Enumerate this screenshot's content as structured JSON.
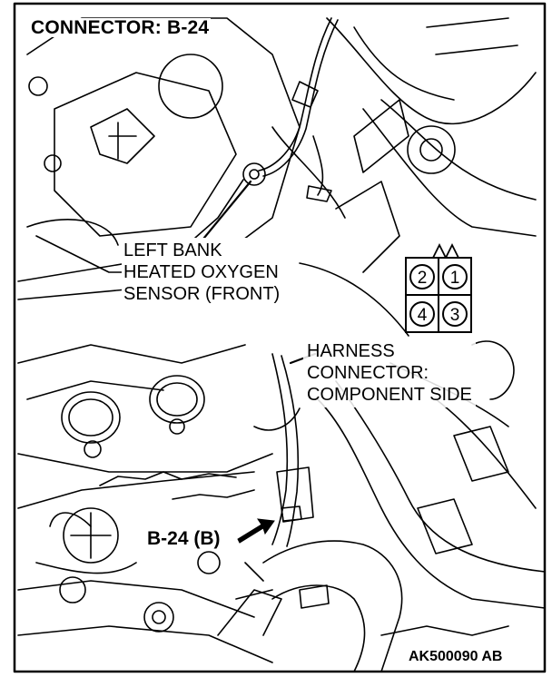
{
  "title": "CONNECTOR: B-24",
  "sensor_label": {
    "line1": "LEFT BANK",
    "line2": "HEATED OXYGEN",
    "line3": "SENSOR (FRONT)"
  },
  "harness_label": {
    "line1": "HARNESS",
    "line2": "CONNECTOR:",
    "line3": "COMPONENT SIDE"
  },
  "connector_callout": "B-24 (B)",
  "connector_pins": {
    "top_left": "2",
    "top_right": "1",
    "bottom_left": "4",
    "bottom_right": "3"
  },
  "figure_code": "AK500090 AB"
}
